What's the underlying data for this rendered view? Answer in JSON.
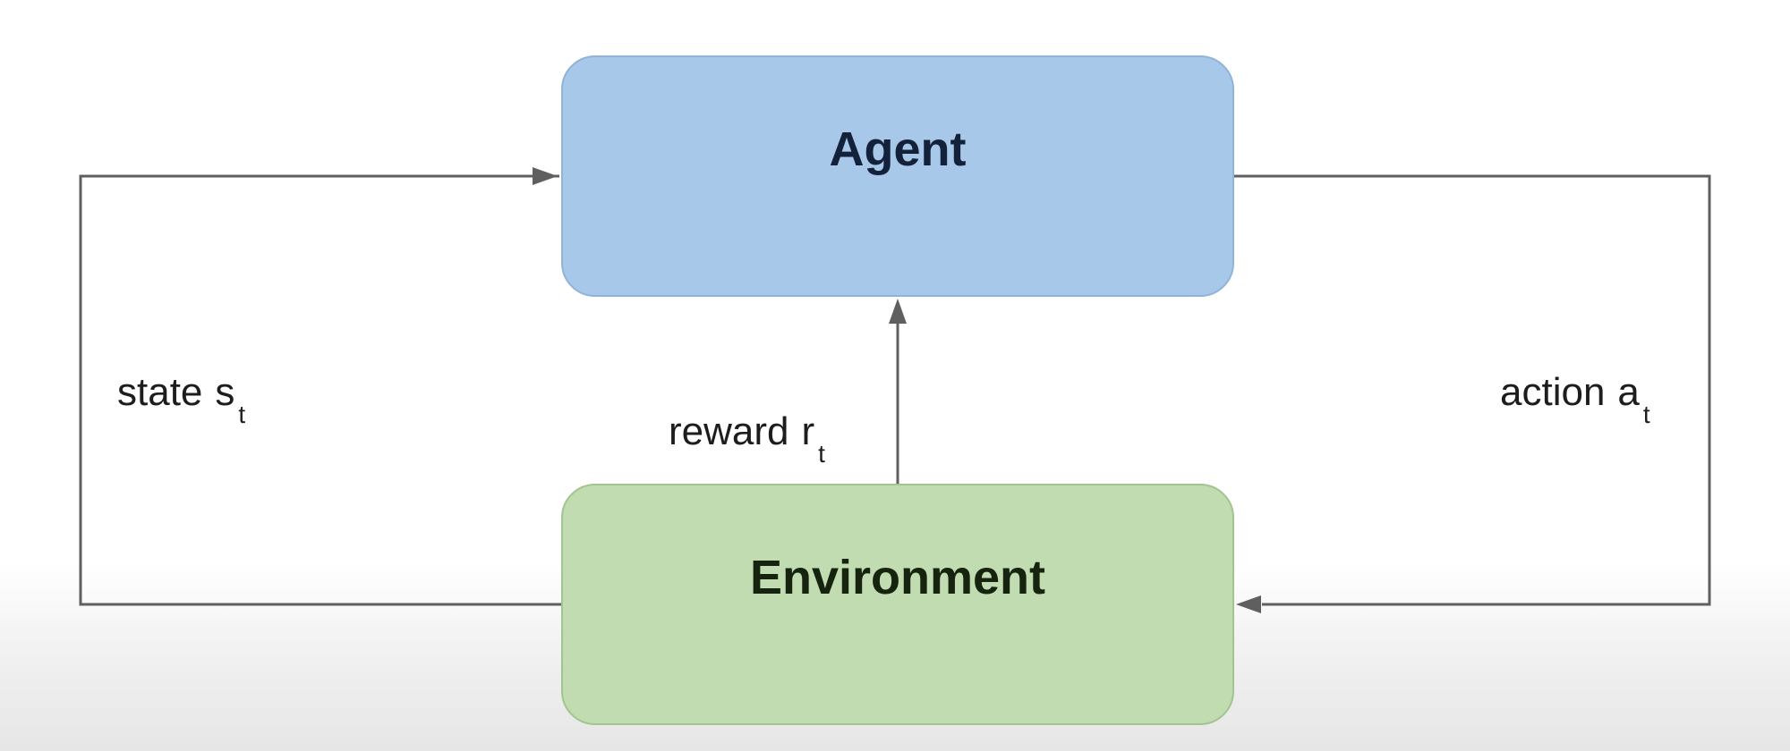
{
  "nodes": {
    "agent": {
      "label": "Agent",
      "color": "#a8c8e9"
    },
    "environment": {
      "label": "Environment",
      "color": "#c0dcb0"
    }
  },
  "edges": {
    "state": {
      "word": "state",
      "symbol": "s",
      "subscript": "t",
      "from": "environment",
      "to": "agent"
    },
    "reward": {
      "word": "reward",
      "symbol": "r",
      "subscript": "t",
      "from": "environment",
      "to": "agent"
    },
    "action": {
      "word": "action",
      "symbol": "a",
      "subscript": "t",
      "from": "agent",
      "to": "environment"
    }
  },
  "line_color": "#5f5f5f"
}
